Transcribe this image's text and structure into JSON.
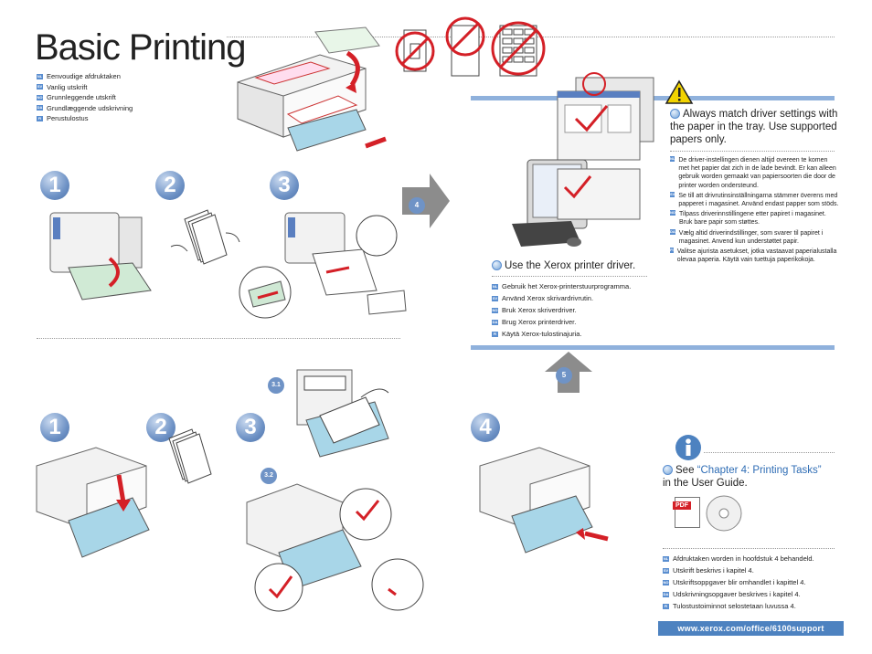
{
  "title": "Basic Printing",
  "intro_langs": [
    {
      "code": "NL",
      "text": "Eenvoudige afdruktaken"
    },
    {
      "code": "SV",
      "text": "Vanlig utskrift"
    },
    {
      "code": "NO",
      "text": "Grunnleggende utskrift"
    },
    {
      "code": "DA",
      "text": "Grundlæggende udskrivning"
    },
    {
      "code": "FI",
      "text": "Perustulostus"
    }
  ],
  "steps_top": [
    "1",
    "2",
    "3"
  ],
  "steps_bottom": [
    "1",
    "2",
    "3",
    "4"
  ],
  "substeps": [
    "3.1",
    "3.2"
  ],
  "arrow_right_label": "4",
  "arrow_up_label": "5",
  "driver": {
    "heading": "Use the Xerox printer driver.",
    "langs": [
      {
        "code": "NL",
        "text": "Gebruik het Xerox-printerstuurprogramma."
      },
      {
        "code": "SV",
        "text": "Använd Xerox skrivardrivrutin."
      },
      {
        "code": "NO",
        "text": "Bruk Xerox skriverdriver."
      },
      {
        "code": "DA",
        "text": "Brug Xerox printerdriver."
      },
      {
        "code": "FI",
        "text": "Käytä Xerox-tulostinajuria."
      }
    ]
  },
  "warning": {
    "heading": "Always match driver settings with the paper in the tray. Use supported papers only.",
    "langs": [
      {
        "code": "NL",
        "text": "De driver-instellingen dienen altijd overeen te komen met het papier dat zich in de lade bevindt. Er kan alleen gebruik worden gemaakt van papiersoorten die door de printer worden ondersteund."
      },
      {
        "code": "SV",
        "text": "Se till att drivrutinsinställningarna stämmer överens med papperet i magasinet. Använd endast papper som stöds."
      },
      {
        "code": "NO",
        "text": "Tilpass driverinnstillingene etter papiret i magasinet. Bruk bare papir som støttes."
      },
      {
        "code": "DA",
        "text": "Vælg altid driverindstillinger, som svarer til papiret i magasinet. Anvend kun understøttet papir."
      },
      {
        "code": "FI",
        "text": "Valitse ajurista asetukset, jotka vastaavat paperialustalla olevaa paperia. Käytä vain tuettuja paperikokoja."
      }
    ]
  },
  "info": {
    "prefix": "See ",
    "link": "“Chapter 4: Printing Tasks”",
    "suffix": "in the User Guide.",
    "pdf_label": "PDF",
    "langs": [
      {
        "code": "NL",
        "text": "Afdruktaken worden in hoofdstuk 4 behandeld."
      },
      {
        "code": "SV",
        "text": "Utskrift beskrivs i kapitel 4."
      },
      {
        "code": "NO",
        "text": "Utskriftsoppgaver blir omhandlet i kapittel 4."
      },
      {
        "code": "DA",
        "text": "Udskrivningsopgaver beskrives i kapitel 4."
      },
      {
        "code": "FI",
        "text": "Tulostustoiminnot selostetaan luvussa 4."
      }
    ]
  },
  "url": "www.xerox.com/office/6100support",
  "colors": {
    "accent": "#4d82c0",
    "warning": "#f2d300",
    "prohibit": "#d42027"
  }
}
